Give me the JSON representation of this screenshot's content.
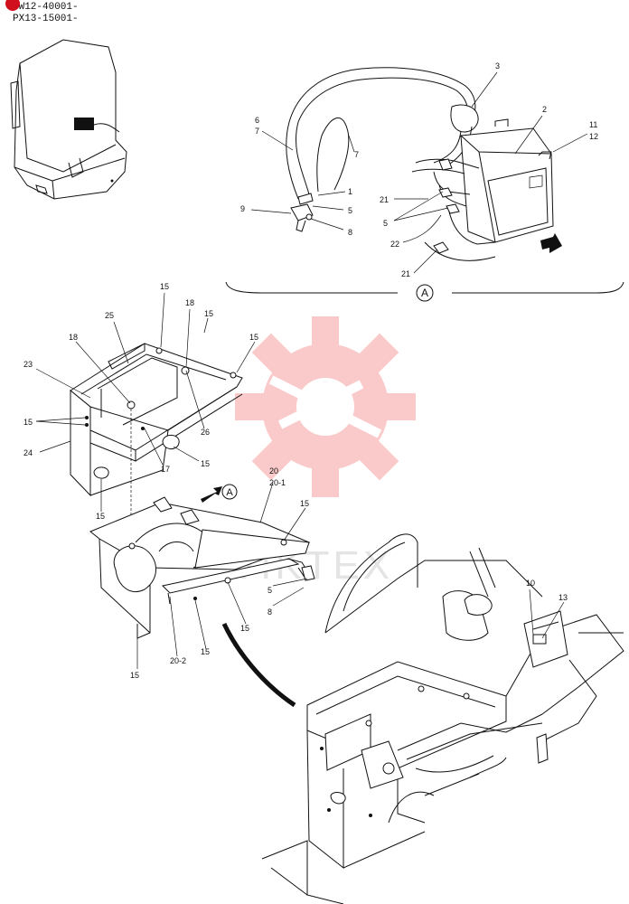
{
  "serials": [
    "PW12-40001-",
    "PX13-15001-"
  ],
  "watermark_text": "VIKTEX",
  "colors": {
    "badge": "#d0101c",
    "watermark": "#f08080",
    "ink": "#111111"
  },
  "detail_callout": "A",
  "labels": {
    "l3": "3",
    "l2": "2",
    "l6": "6",
    "l7a": "7",
    "l7b": "7",
    "l11": "11",
    "l12": "12",
    "l1": "1",
    "l5a": "5",
    "l9": "9",
    "l8a": "8",
    "l21a": "21",
    "l5b": "5",
    "l22": "22",
    "l21b": "21",
    "l15a": "15",
    "l18a": "18",
    "l15b": "15",
    "l25": "25",
    "l15c": "15",
    "l18b": "18",
    "l23": "23",
    "l15d": "15",
    "l24": "24",
    "l26": "26",
    "l17": "17",
    "l15e": "15",
    "l15f": "15",
    "l20": "20",
    "l20_1": "20-1",
    "l15g": "15",
    "l5c": "5",
    "l8b": "8",
    "l15h": "15",
    "l15i": "15",
    "l15j": "15",
    "l20_2": "20-2",
    "l10": "10",
    "l13": "13"
  }
}
